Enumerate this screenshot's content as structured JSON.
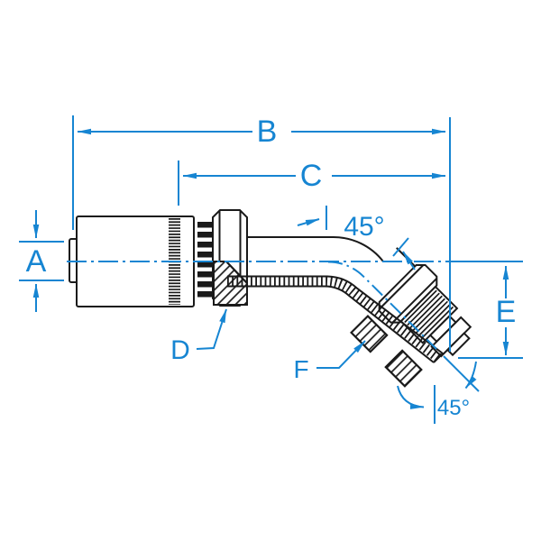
{
  "figure": {
    "dim_labels": {
      "a": "A",
      "b": "B",
      "c": "C",
      "d": "D",
      "e": "E",
      "f": "F"
    },
    "angles": {
      "top": "45°",
      "bottom": "45°"
    },
    "colors": {
      "dimension_blue": "#1685d2",
      "line_black": "#1a1a1a",
      "background": "#ffffff"
    }
  }
}
